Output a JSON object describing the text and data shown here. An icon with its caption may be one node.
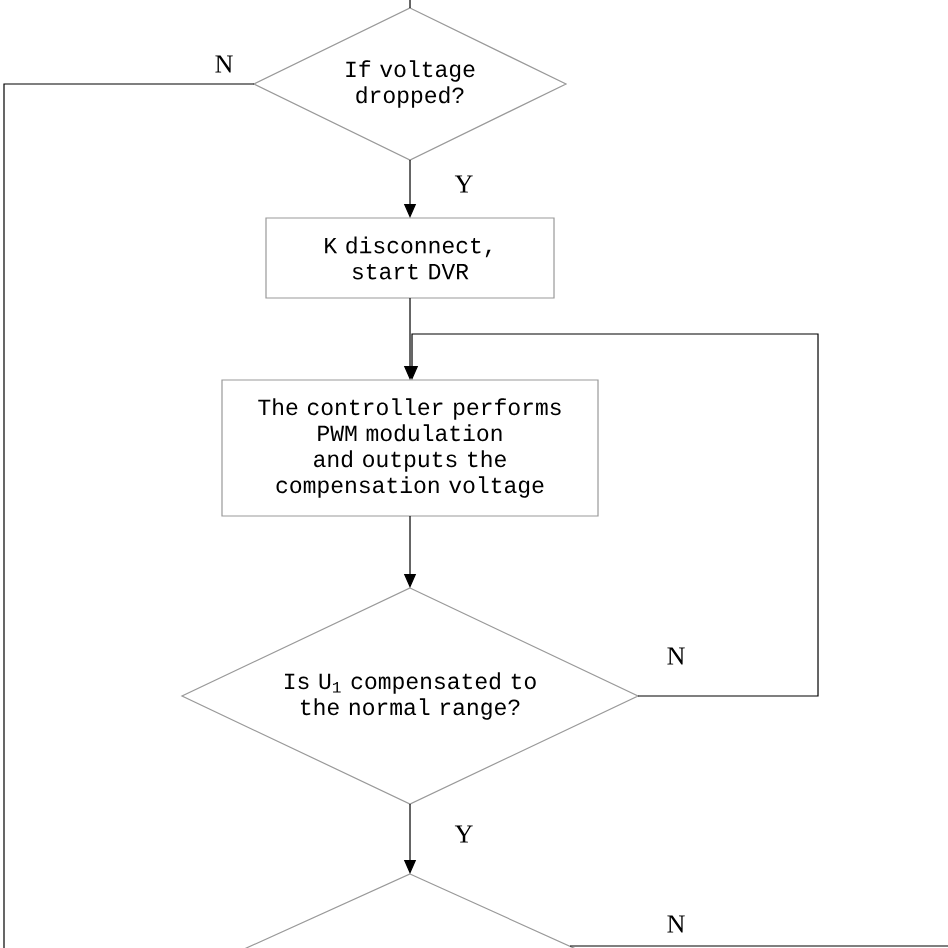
{
  "diagram": {
    "nodes": [
      {
        "text": [
          "If voltage dropped?"
        ]
      },
      {
        "text": [
          "K disconnect, start DVR"
        ]
      },
      {
        "text": [
          "The controller performs PWM modulation and outputs the compensation voltage"
        ]
      },
      {
        "text": [
          "Is U$_{1}$ compensated to the normal range?"
        ]
      },
      {
        "text": [],
        "shape": "diamond"
      }
    ],
    "edges": [
      {
        "from": null,
        "to": 0,
        "arrow": "none"
      },
      {
        "from": 0,
        "to": 1,
        "arrow": "to",
        "label": "Y"
      },
      {
        "from": 1,
        "to": 2,
        "arrow": "to"
      },
      {
        "from": 2,
        "to": 3,
        "arrow": "to"
      },
      {
        "from": 3,
        "to": 2,
        "arrow": "to",
        "label": "N"
      },
      {
        "from": 3,
        "to": 4,
        "arrow": "to",
        "label": "Y"
      },
      {
        "from": 0,
        "to": null,
        "arrow": "none",
        "label": "N"
      },
      {
        "from": 4,
        "to": null,
        "arrow": "none",
        "label": "N"
      }
    ]
  }
}
